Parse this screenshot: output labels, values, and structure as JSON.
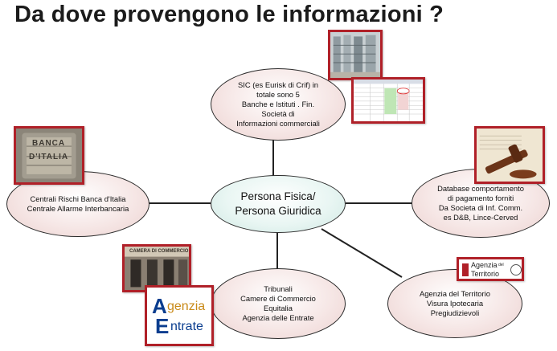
{
  "title": "Da dove provengono le informazioni ?",
  "center": {
    "lines": [
      "Persona Fisica/",
      "Persona Giuridica"
    ]
  },
  "nodes": {
    "sic": {
      "lines": [
        "SIC (es Eurisk di Crif) in",
        "totale sono 5",
        "Banche e Istituti . Fin.",
        "Società di",
        "Informazioni commerciali"
      ]
    },
    "centrali": {
      "lines": [
        "Centrali Rischi Banca d'Italia",
        "Centrale Allarme Interbancaria"
      ]
    },
    "database": {
      "lines": [
        "Database comportamento",
        "di pagamento forniti",
        "Da Societa di Inf. Comm.",
        "es D&B, Lince-Cerved"
      ]
    },
    "tribunali": {
      "lines": [
        "Tribunali",
        "Camere di Commercio",
        "Equitalia",
        "Agenzia delle Entrate"
      ]
    },
    "territorio": {
      "lines": [
        "Agenzia del Territorio",
        "Visura Ipotecaria",
        "Pregiudizievoli"
      ]
    }
  },
  "images": {
    "banca": {
      "text_top": "BANCA",
      "text_bottom": "D'ITALIA"
    },
    "camera": {
      "text": "CAMERA DI COMMERCIO"
    },
    "entrate": {
      "text_line1": "genzia",
      "text_line2": "ntrate"
    },
    "territorio_logo": {
      "line1": "Agenzia",
      "small": "del",
      "line2": "Territorio"
    }
  },
  "colors": {
    "frame": "#b02028",
    "node_fill": "#f3e1df",
    "center_fill": "#e2f2ef",
    "line": "#222222"
  }
}
